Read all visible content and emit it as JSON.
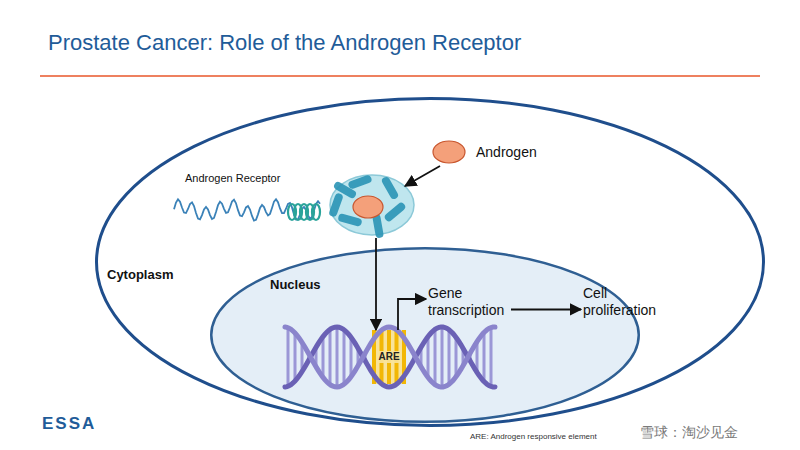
{
  "diagram": {
    "title": "Prostate Cancer: Role of the Androgen Receptor",
    "nodes": [
      {
        "text": [
          "Cytoplasm"
        ]
      },
      {
        "text": [
          "Androgen Receptor"
        ],
        "in": 0
      },
      {
        "text": [
          "Androgen"
        ],
        "in": 0
      },
      {
        "text": [
          "Nucleus"
        ],
        "in": 0
      },
      {
        "text": [
          "ARE"
        ],
        "in": 3
      },
      {
        "text": [
          "Gene transcription"
        ],
        "in": 3
      },
      {
        "text": [
          "Cell proliferation"
        ],
        "in": 0
      }
    ],
    "edges": [
      {
        "from": 2,
        "to": 1,
        "arrow": "to"
      },
      {
        "from": 1,
        "to": 4,
        "arrow": "to"
      },
      {
        "from": 4,
        "to": 5,
        "arrow": "to"
      },
      {
        "from": 5,
        "to": 6,
        "arrow": "to"
      }
    ],
    "labels": [
      "ESSA",
      "ARE: Androgen responsive element",
      "雪球：淘沙见金"
    ]
  }
}
